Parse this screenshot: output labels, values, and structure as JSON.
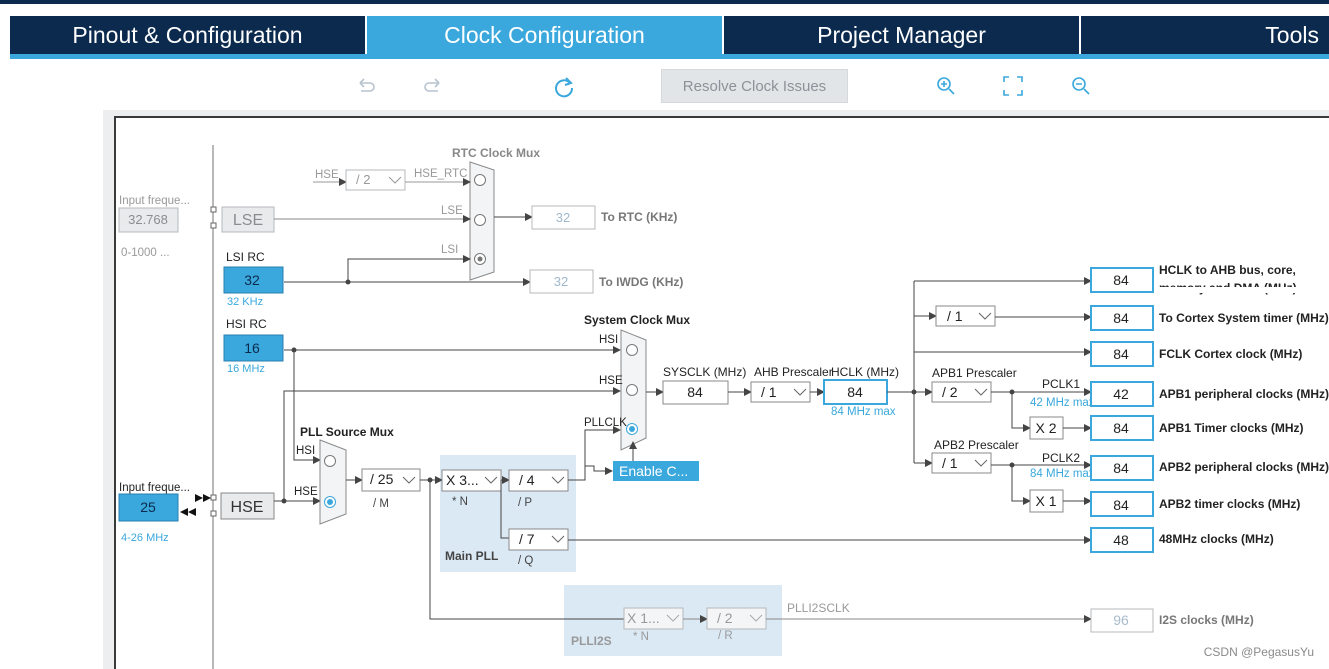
{
  "tabs": [
    {
      "label": "Pinout & Configuration",
      "active": false
    },
    {
      "label": "Clock Configuration",
      "active": true
    },
    {
      "label": "Project Manager",
      "active": false
    },
    {
      "label": "Tools",
      "active": false
    }
  ],
  "toolbar": {
    "undo_icon": "undo-arrow",
    "redo_icon": "redo-arrow",
    "reset_icon": "refresh-circle",
    "resolve_label": "Resolve Clock Issues",
    "zoom_in_icon": "zoom-in",
    "fit_icon": "fit-to-screen",
    "zoom_out_icon": "zoom-out"
  },
  "colors": {
    "navy": "#0b2a4e",
    "accent": "#3aa8dc",
    "highlight_box": "#dbe9f5",
    "disabled": "#e2e5e8"
  },
  "lse": {
    "input_label": "Input freque...",
    "input_value": "32.768",
    "range": "0-1000 ...",
    "block_label": "LSE"
  },
  "lsi": {
    "title": "LSI RC",
    "value": "32",
    "unit": "32 KHz"
  },
  "hsi": {
    "title": "HSI RC",
    "value": "16",
    "unit": "16 MHz"
  },
  "hse": {
    "input_label": "Input freque...",
    "input_value": "25",
    "range": "4-26 MHz",
    "block_label": "HSE"
  },
  "rtc_mux": {
    "title": "RTC Clock Mux",
    "hse_in": "HSE",
    "div": "/ 2",
    "hse_rtc": "HSE_RTC",
    "lse_in": "LSE",
    "lsi_in": "LSI",
    "rtc_out_value": "32",
    "rtc_out_label": "To RTC (KHz)",
    "iwdg_out_value": "32",
    "iwdg_out_label": "To IWDG (KHz)"
  },
  "pll_source_mux": {
    "title": "PLL Source Mux",
    "hsi": "HSI",
    "hse": "HSE"
  },
  "pll": {
    "m_value": "/ 25",
    "m_label": "/ M",
    "n_value": "X 3...",
    "n_label": "* N",
    "p_value": "/ 4",
    "p_label": "/ P",
    "q_value": "/ 7",
    "q_label": "/ Q",
    "title": "Main PLL"
  },
  "plli2s": {
    "n_value": "X 1...",
    "n_label": "* N",
    "r_value": "/ 2",
    "r_label": "/ R",
    "title": "PLLI2S",
    "out_label": "PLLI2SCLK"
  },
  "sys_mux": {
    "title": "System Clock Mux",
    "hsi": "HSI",
    "hse": "HSE",
    "pllclk": "PLLCLK",
    "enable_btn": "Enable C..."
  },
  "sysclk": {
    "label": "SYSCLK (MHz)",
    "value": "84"
  },
  "ahb": {
    "label": "AHB Prescaler",
    "value": "/ 1"
  },
  "hclk": {
    "label": "HCLK (MHz)",
    "value": "84",
    "max": "84 MHz max"
  },
  "apb1": {
    "label": "APB1 Prescaler",
    "value": "/ 2",
    "pclk": "PCLK1",
    "max": "42 MHz max",
    "x2": "X 2"
  },
  "apb2": {
    "label": "APB2 Prescaler",
    "value": "/ 1",
    "pclk": "PCLK2",
    "max": "84 MHz max",
    "x1": "X 1"
  },
  "cortex_div": "/ 1",
  "outputs": [
    {
      "value": "84",
      "label": "HCLK to AHB bus, core,",
      "label2": "memory and DMA (MHz)"
    },
    {
      "value": "84",
      "label": "To Cortex System timer (MHz)"
    },
    {
      "value": "84",
      "label": "FCLK Cortex clock (MHz)"
    },
    {
      "value": "42",
      "label": "APB1 peripheral clocks (MHz)"
    },
    {
      "value": "84",
      "label": "APB1 Timer clocks (MHz)"
    },
    {
      "value": "84",
      "label": "APB2 peripheral clocks (MHz)"
    },
    {
      "value": "84",
      "label": "APB2 timer clocks (MHz)"
    },
    {
      "value": "48",
      "label": "48MHz clocks (MHz)"
    }
  ],
  "i2s": {
    "value": "96",
    "label": "I2S clocks (MHz)"
  },
  "watermark": "CSDN @PegasusYu"
}
